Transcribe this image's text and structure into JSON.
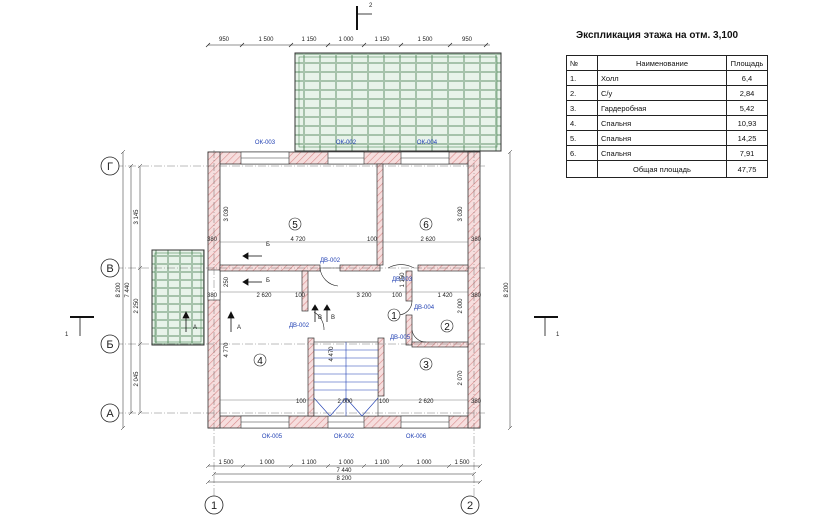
{
  "explication": {
    "title": "Экспликация этажа на отм. 3,100",
    "headers": {
      "no": "№",
      "name": "Наименование",
      "area": "Площадь"
    },
    "rows": [
      {
        "no": "1.",
        "name": "Холл",
        "area": "6,4"
      },
      {
        "no": "2.",
        "name": "С/у",
        "area": "2,84"
      },
      {
        "no": "3.",
        "name": "Гардеробная",
        "area": "5,42"
      },
      {
        "no": "4.",
        "name": "Спальня",
        "area": "10,93"
      },
      {
        "no": "5.",
        "name": "Спальня",
        "area": "14,25"
      },
      {
        "no": "6.",
        "name": "Спальня",
        "area": "7,91"
      }
    ],
    "total": {
      "label": "Общая площадь",
      "area": "47,75"
    }
  },
  "axes": {
    "rows": [
      "Г",
      "В",
      "Б",
      "А"
    ],
    "cols": [
      "1",
      "2"
    ]
  },
  "top_dims": [
    "950",
    "1 500",
    "1 150",
    "1 000",
    "1 150",
    "1 500",
    "950"
  ],
  "bottom_dims_1": [
    "1 500",
    "1 000",
    "1 100",
    "1 000",
    "1 100",
    "1 000",
    "1 500"
  ],
  "bottom_dims_2": "7 440",
  "bottom_dims_3": "8 200",
  "left_dims_inner": [
    "3 145",
    "2 250",
    "2 045"
  ],
  "left_dims_mid": "7 440",
  "left_dims_outer": "8 200",
  "right_dim": "8 200",
  "windows": [
    "ОК-003",
    "ОК-002",
    "ОК-004",
    "ОК-005",
    "ОК-002",
    "ОК-006"
  ],
  "doors": [
    "ДВ-002",
    "ДВ-003",
    "ДВ-004",
    "ДВ-005",
    "ДВ-002"
  ],
  "rooms": [
    "1",
    "2",
    "3",
    "4",
    "5",
    "6"
  ],
  "section_marks": {
    "vertical": "2",
    "a_left": "1",
    "a_right": "1",
    "a_letter": "А",
    "b_letter": "Б",
    "v_letter": "В"
  },
  "inner_dims": [
    "380",
    "4 720",
    "100",
    "2 620",
    "380",
    "380",
    "2 620",
    "100",
    "3 200",
    "100",
    "1 420",
    "380",
    "100",
    "2 000",
    "100",
    "2 620",
    "380",
    "3 030",
    "3 030",
    "2 000",
    "2 070",
    "4 770",
    "1 150",
    "250",
    "4 470"
  ]
}
